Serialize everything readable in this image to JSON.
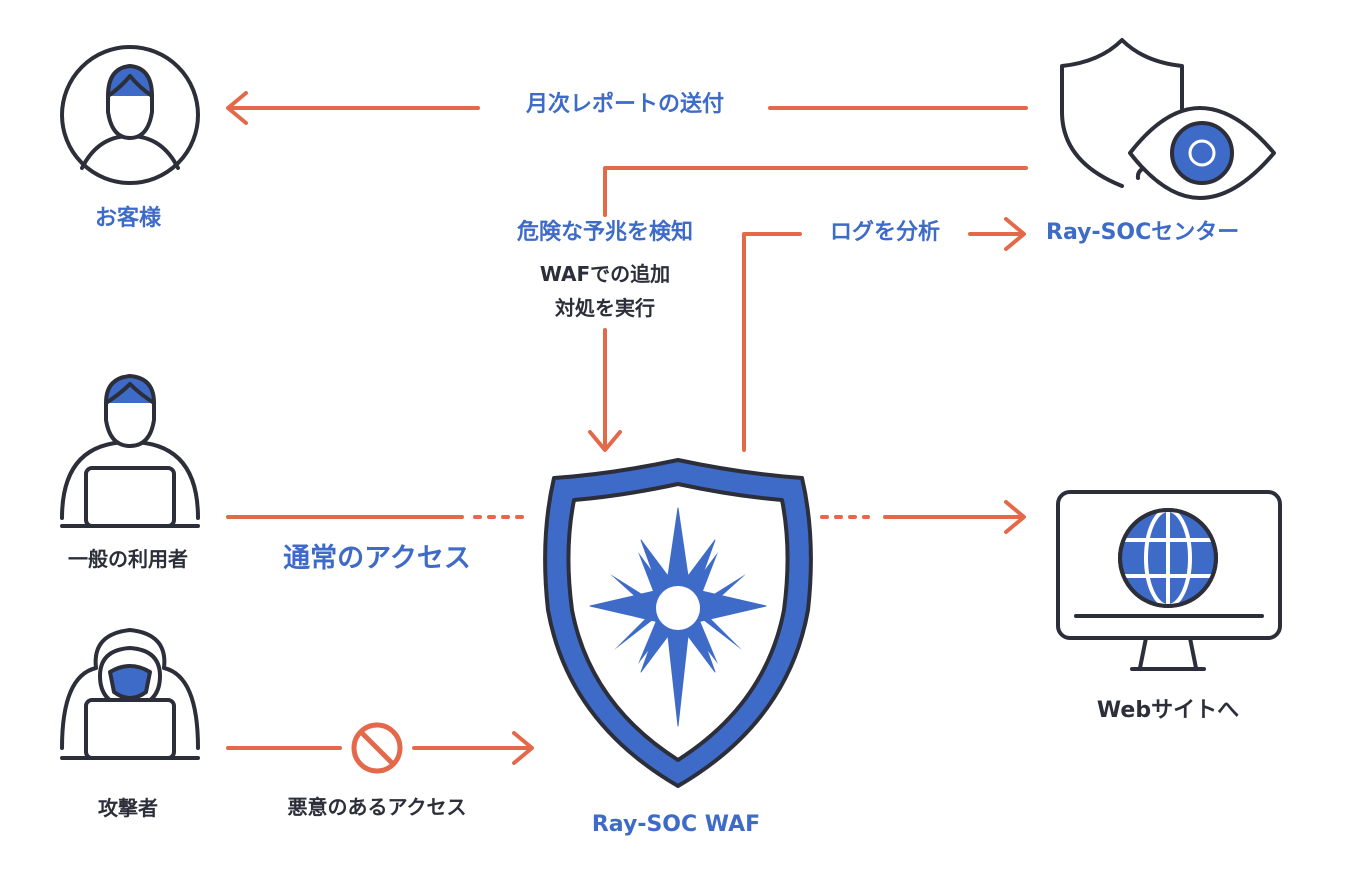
{
  "nodes": {
    "customer": "お客様",
    "soc_center": "Ray-SOCセンター",
    "general_user": "一般の利用者",
    "attacker": "攻撃者",
    "waf": "Ray-SOC WAF",
    "website": "Webサイトへ"
  },
  "flows": {
    "monthly_report": "月次レポートの送付",
    "detect_danger": "危険な予兆を検知",
    "waf_action_line1": "WAFでの追加",
    "waf_action_line2": "対処を実行",
    "log_analysis": "ログを分析",
    "normal_access": "通常のアクセス",
    "malicious_access": "悪意のあるアクセス"
  },
  "colors": {
    "accent_blue": "#3f6bc8",
    "arrow_orange": "#e3694a",
    "outline_dark": "#2c2f3a"
  },
  "icons": {
    "customer": "person-icon",
    "soc": "shield-eye-icon",
    "general_user": "person-laptop-icon",
    "attacker": "hooded-hacker-icon",
    "waf": "compass-star-shield-icon",
    "website": "globe-monitor-icon",
    "blocked": "prohibited-icon"
  }
}
